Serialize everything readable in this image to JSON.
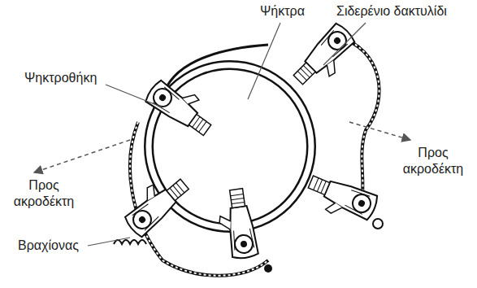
{
  "diagram": {
    "labels": [
      "Ψήκτρα",
      "Σιδερένιο δακτυλίδι",
      "Ψηκτροθήκη",
      "Προς ακροδέκτη",
      "Προς ακροδέκτη",
      "Βραχίονας"
    ]
  }
}
